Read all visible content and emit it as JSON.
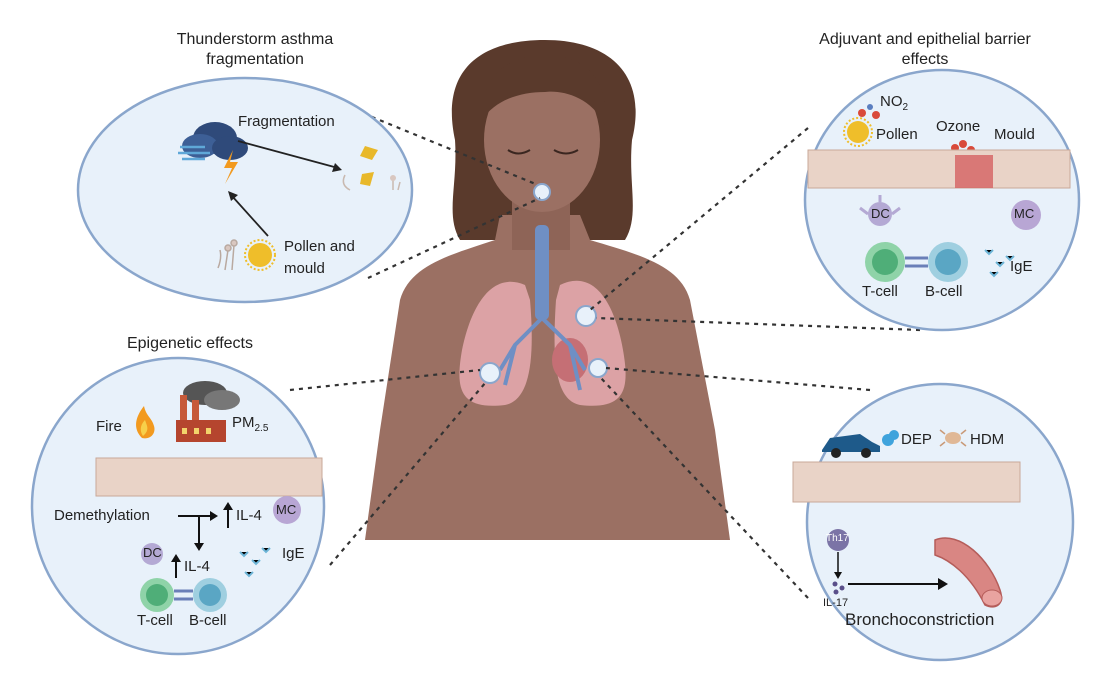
{
  "panels": {
    "thunderstorm": {
      "title_line1": "Thunderstorm asthma",
      "title_line2": "fragmentation",
      "fragmentation": "Fragmentation",
      "pollen_line1": "Pollen and",
      "pollen_line2": "mould"
    },
    "adjuvant": {
      "title_line1": "Adjuvant and epithelial barrier",
      "title_line2": "effects",
      "no2": "NO",
      "no2_sub": "2",
      "pollen": "Pollen",
      "ozone": "Ozone",
      "mould": "Mould",
      "dc": "DC",
      "mc": "MC",
      "tcell": "T-cell",
      "bcell": "B-cell",
      "ige": "IgE"
    },
    "epigenetic": {
      "title": "Epigenetic effects",
      "fire": "Fire",
      "pm": "PM",
      "pm_sub": "2.5",
      "demethylation": "Demethylation",
      "il4_a": "IL-4",
      "il4_b": "IL-4",
      "mc": "MC",
      "dc": "DC",
      "ige": "IgE",
      "tcell": "T-cell",
      "bcell": "B-cell"
    },
    "dep": {
      "dep": "DEP",
      "hdm": "HDM",
      "th17": "Th17",
      "il17": "IL-17",
      "bronchoconstriction": "Bronchoconstriction"
    }
  },
  "colors": {
    "circle_fill": "#e8f1fa",
    "circle_stroke": "#8aa6cc",
    "skin": "#9b7063",
    "hair": "#5a3a2c",
    "lung": "#e8aab0",
    "trachea": "#6f8fc4",
    "epithelium": "#e9d3c7",
    "bronchus": "#d98683"
  }
}
